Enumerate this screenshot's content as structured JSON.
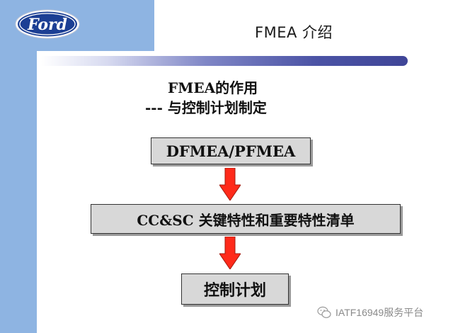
{
  "header": {
    "logo_text": "Ford",
    "title": "FMEA 介绍"
  },
  "subtitle": {
    "line1": "FMEA的作用",
    "line2": "--- 与控制计划制定"
  },
  "flow": {
    "boxes": [
      {
        "label": "DFMEA/PFMEA"
      },
      {
        "label": "CC&SC 关键特性和重要特性清单"
      },
      {
        "label": "控制计划"
      }
    ]
  },
  "watermark": {
    "text": "IATF16949服务平台"
  },
  "colors": {
    "band": "#8eb4e2",
    "box_fill": "#d8d8d8",
    "arrow_fill": "#ff2a1a",
    "logo_blue": "#1c3f94"
  }
}
